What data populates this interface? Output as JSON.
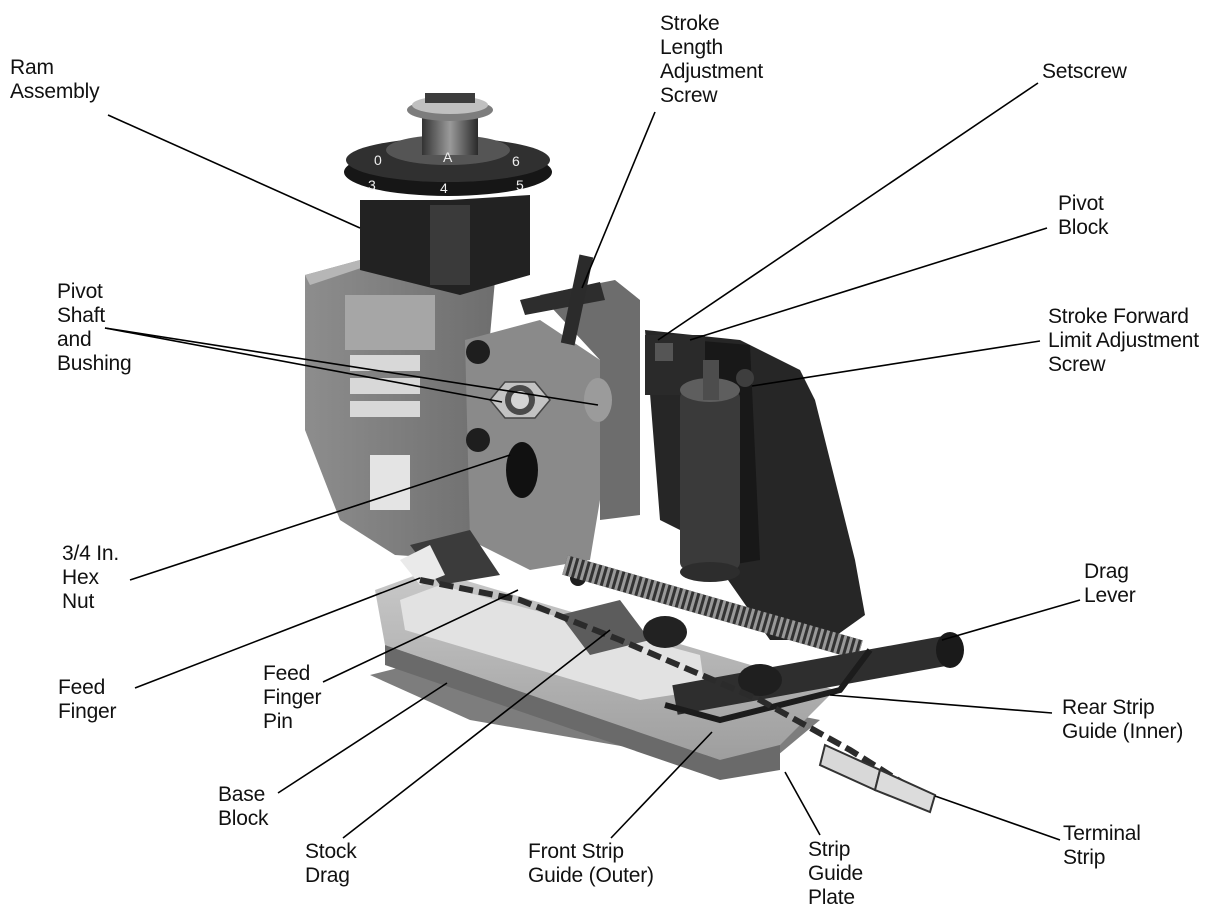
{
  "diagram": {
    "callouts": {
      "ram_assembly": "Ram\nAssembly",
      "stroke_length_adjustment_screw": "Stroke\nLength\nAdjustment\nScrew",
      "setscrew": "Setscrew",
      "pivot_block": "Pivot\nBlock",
      "pivot_shaft_and_bushing": "Pivot\nShaft\nand\nBushing",
      "stroke_forward_limit_adjustment_screw": "Stroke Forward\nLimit Adjustment\nScrew",
      "hex_nut": "3/4 In.\nHex\nNut",
      "drag_lever": "Drag\nLever",
      "feed_finger": "Feed\nFinger",
      "feed_finger_pin": "Feed\nFinger\nPin",
      "rear_strip_guide_inner": "Rear Strip\nGuide (Inner)",
      "base_block": "Base\nBlock",
      "stock_drag": "Stock\nDrag",
      "front_strip_guide_outer": "Front Strip\nGuide (Outer)",
      "strip_guide_plate": "Strip\nGuide\nPlate",
      "terminal_strip": "Terminal\nStrip"
    },
    "dial": {
      "markings": [
        "0",
        "A",
        "6",
        "3",
        "4",
        "5"
      ]
    }
  }
}
